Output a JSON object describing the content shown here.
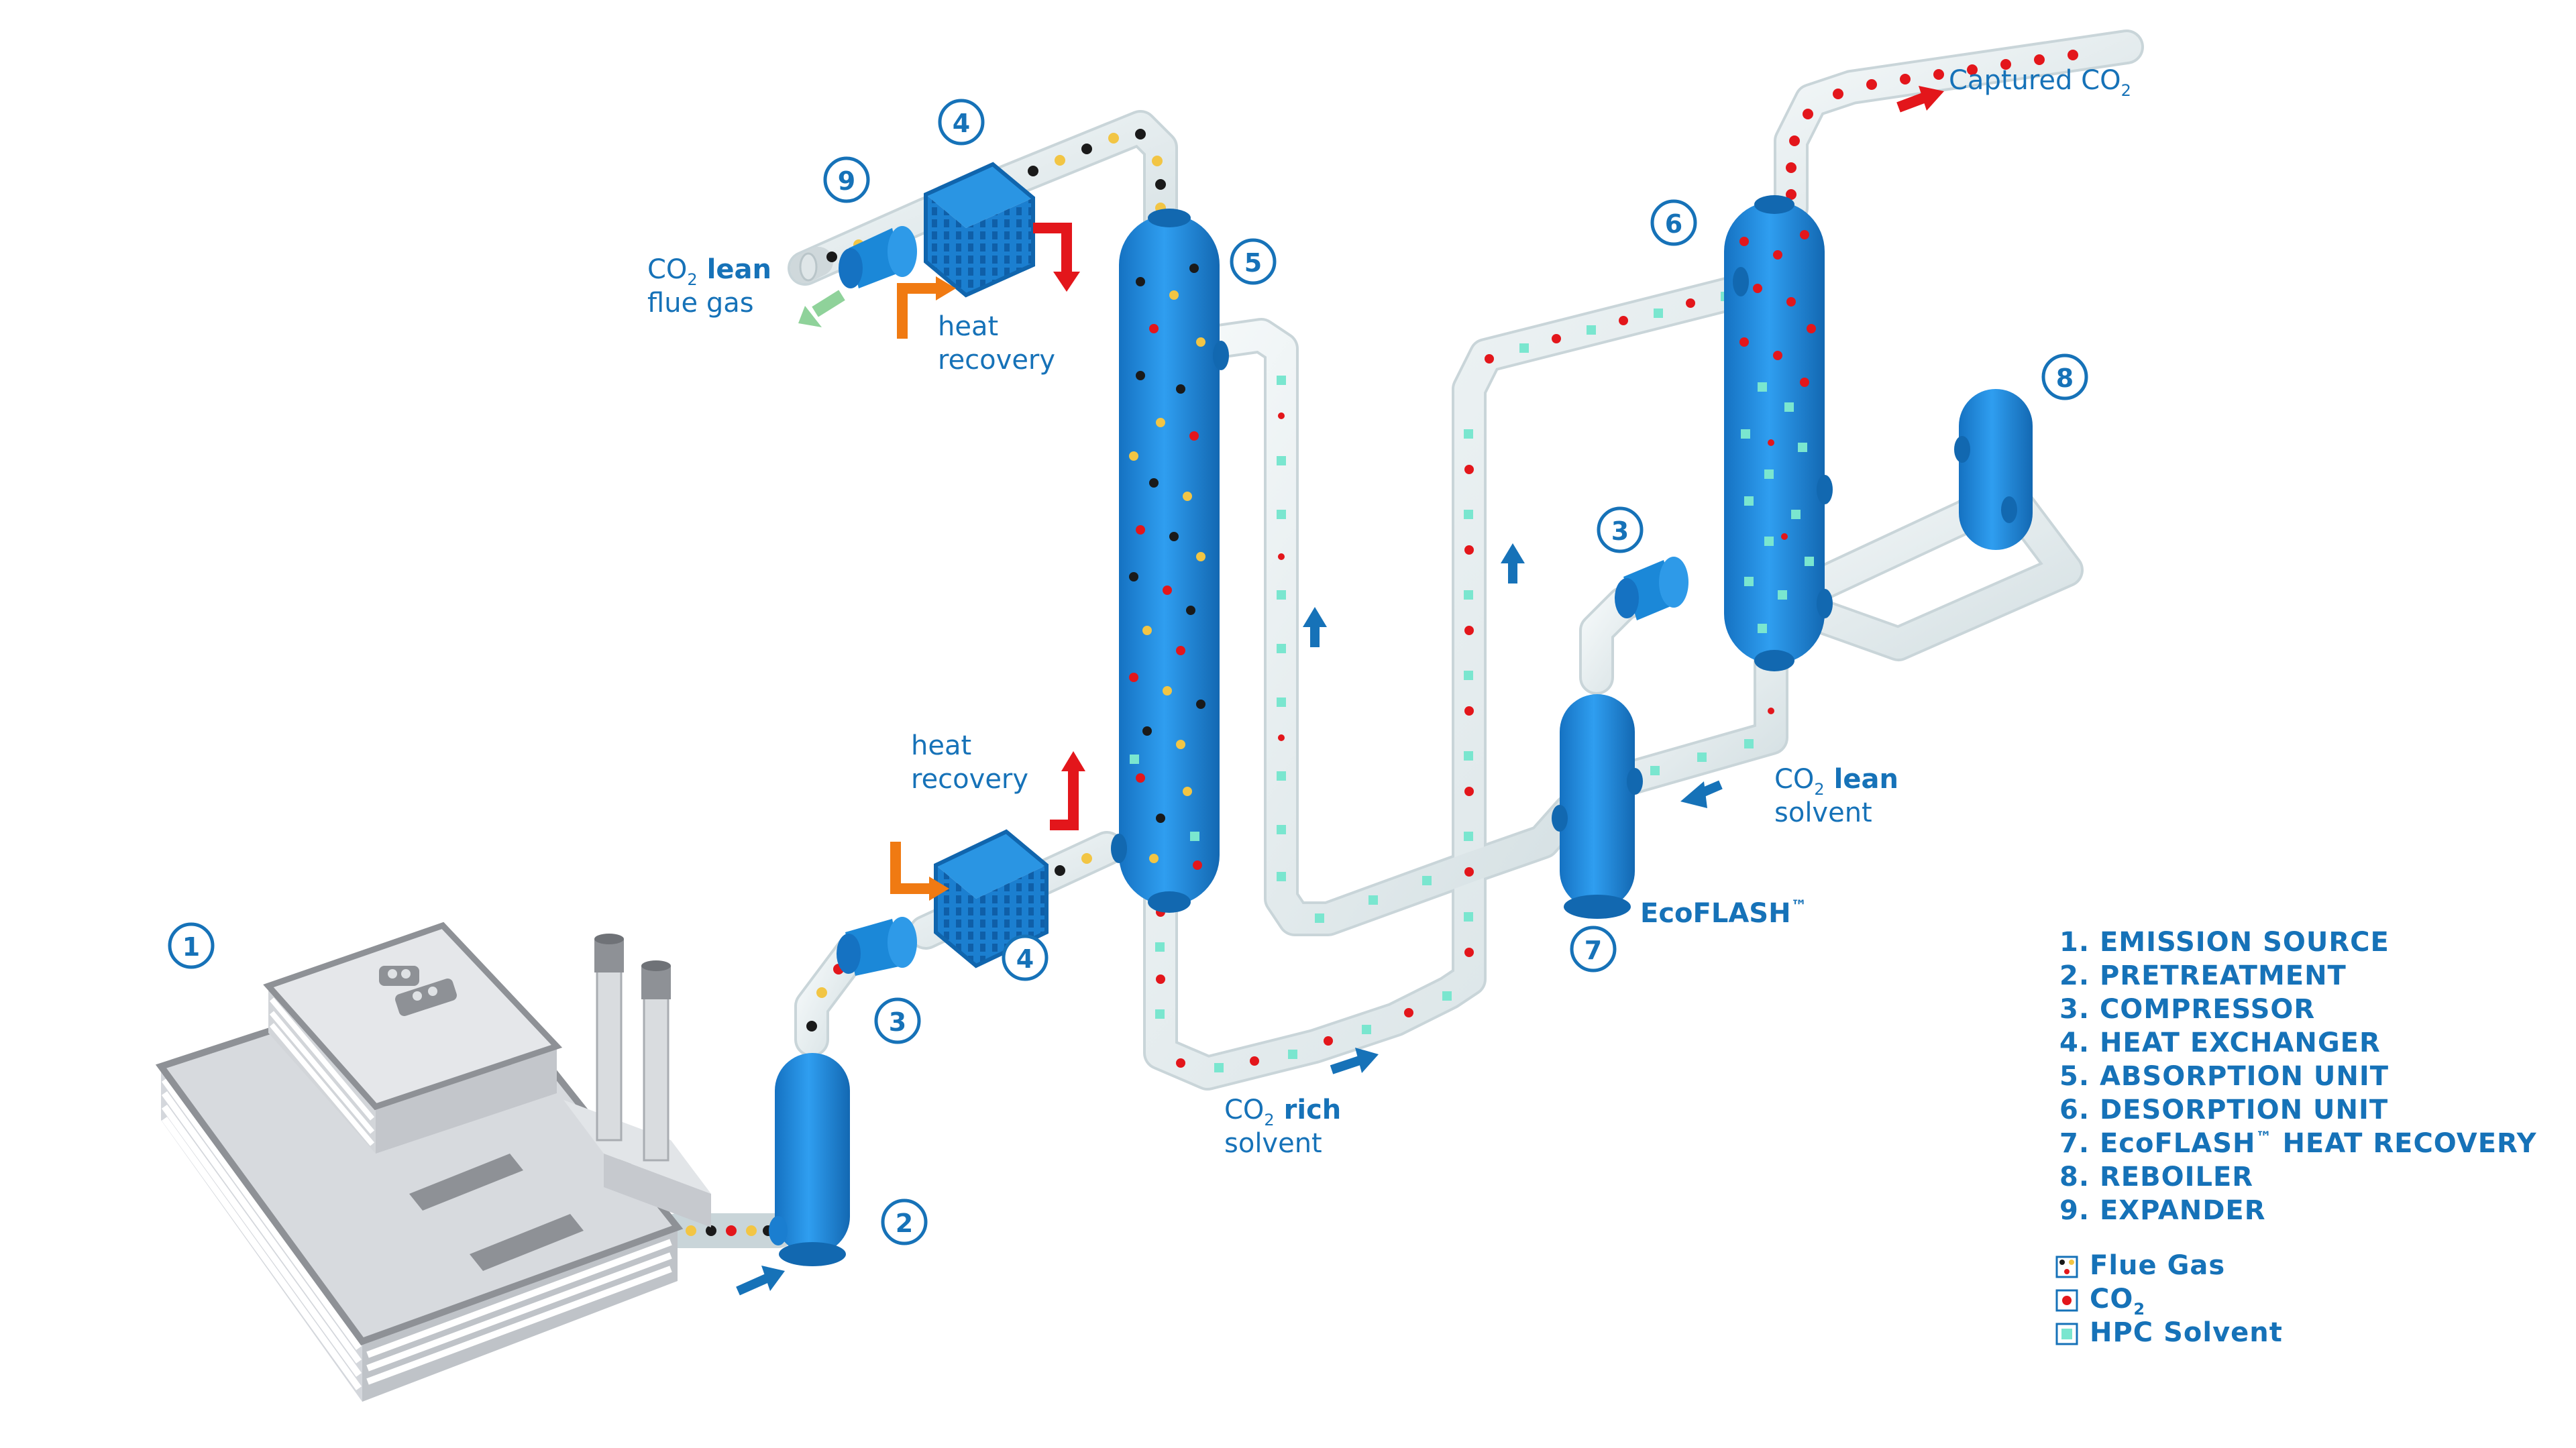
{
  "colors": {
    "blue": "#1b88d8",
    "dark_blue": "#1672b8",
    "pipe": "#e6eef0",
    "red": "#e3161b",
    "orange": "#f07a12",
    "green": "#8fd29a",
    "yellow": "#f2c544",
    "black": "#1a1a1a",
    "cyan": "#7ae6cf",
    "building": "#e7e9ec",
    "building_dark": "#8e9196"
  },
  "markers": [
    {
      "id": "m1",
      "number": "1"
    },
    {
      "id": "m2",
      "number": "2"
    },
    {
      "id": "m3a",
      "number": "3"
    },
    {
      "id": "m4a",
      "number": "4"
    },
    {
      "id": "m5",
      "number": "5"
    },
    {
      "id": "m4b",
      "number": "4"
    },
    {
      "id": "m9",
      "number": "9"
    },
    {
      "id": "m6",
      "number": "6"
    },
    {
      "id": "m8",
      "number": "8"
    },
    {
      "id": "m3b",
      "number": "3"
    },
    {
      "id": "m7",
      "number": "7"
    }
  ],
  "labels": {
    "captured": {
      "text": "Captured CO",
      "sub": "2"
    },
    "lean_gas": {
      "pre": "CO",
      "sub": "2",
      "bold": " lean",
      "line2": "flue gas"
    },
    "heat_recovery_top": {
      "line1": "heat",
      "line2": "recovery"
    },
    "heat_recovery_bottom": {
      "line1": "heat",
      "line2": "recovery"
    },
    "rich_solvent": {
      "pre": "CO",
      "sub": "2",
      "bold": " rich",
      "line2": "solvent"
    },
    "lean_solvent": {
      "pre": "CO",
      "sub": "2",
      "bold": " lean",
      "line2": "solvent"
    },
    "ecoflash": {
      "text": "EcoFLASH",
      "sup": "™"
    }
  },
  "legend": {
    "items": [
      {
        "label": "1. EMISSION SOURCE"
      },
      {
        "label": "2. PRETREATMENT"
      },
      {
        "label": "3. COMPRESSOR"
      },
      {
        "label": "4. HEAT EXCHANGER"
      },
      {
        "label": "5. ABSORPTION UNIT"
      },
      {
        "label": "6. DESORPTION UNIT"
      },
      {
        "label": "7. EcoFLASH",
        "sup": "™",
        "rest": " HEAT RECOVERY"
      },
      {
        "label": "8. REBOILER"
      },
      {
        "label": "9. EXPANDER"
      }
    ],
    "keys": [
      {
        "label": "Flue Gas",
        "icon": "flue-gas-key-icon"
      },
      {
        "label": "CO",
        "sub": "2",
        "icon": "co2-key-icon"
      },
      {
        "label": "HPC Solvent",
        "icon": "hpc-solvent-key-icon"
      }
    ]
  }
}
